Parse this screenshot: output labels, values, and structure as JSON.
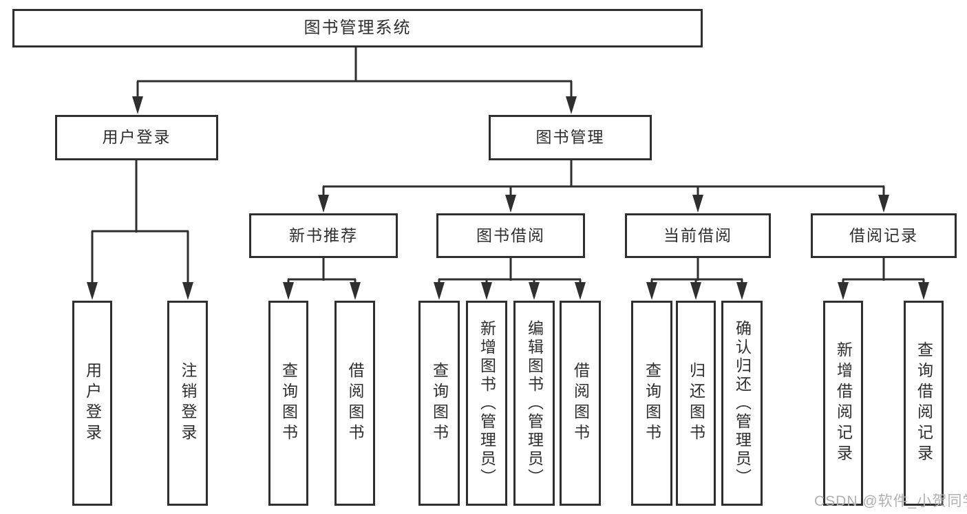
{
  "diagram": {
    "root": "图书管理系统",
    "children": [
      {
        "label": "用户登录",
        "children": [
          "用户登录",
          "注销登录"
        ]
      },
      {
        "label": "图书管理",
        "children": [
          {
            "label": "新书推荐",
            "children": [
              "查询图书",
              "借阅图书"
            ]
          },
          {
            "label": "图书借阅",
            "children": [
              "查询图书",
              "新增图书（管理员）",
              "编辑图书（管理员）",
              "借阅图书"
            ]
          },
          {
            "label": "当前借阅",
            "children": [
              "查询图书",
              "归还图书",
              "确认归还（管理员）"
            ]
          },
          {
            "label": "借阅记录",
            "children": [
              "新增借阅记录",
              "查询借阅记录"
            ]
          }
        ]
      }
    ]
  },
  "colors": {
    "line": "#2f2f2f",
    "box_border": "#2f2f2f",
    "text": "#2e2e2e",
    "background": "#ffffff",
    "watermark": "#b0b0b0"
  },
  "watermark": "CSDN @软件_小贺同学"
}
